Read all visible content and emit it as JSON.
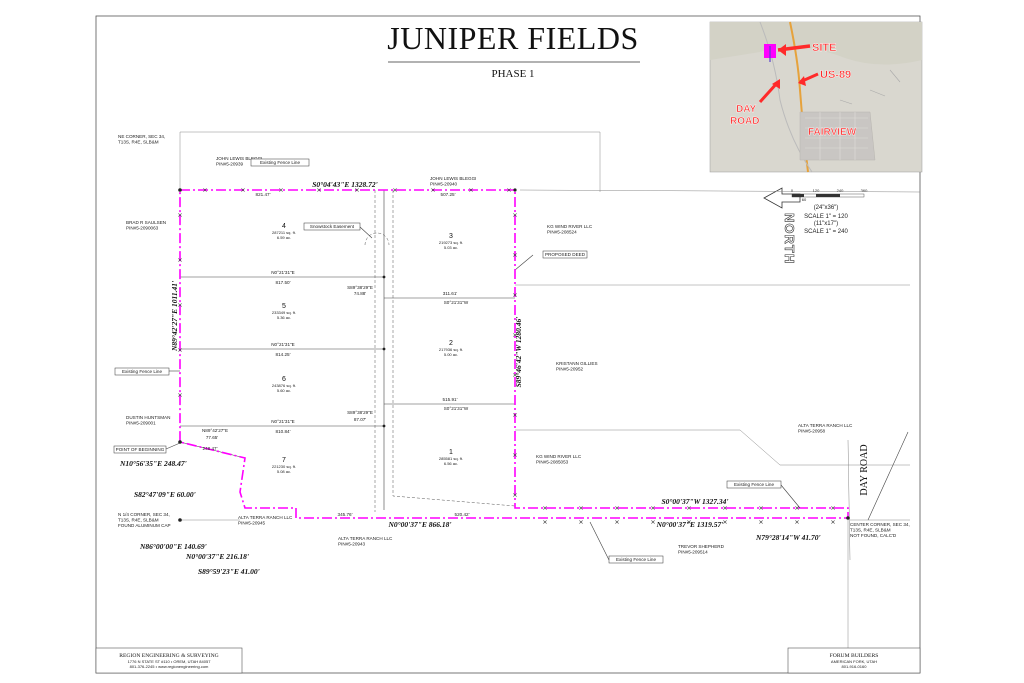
{
  "title": "JUNIPER FIELDS",
  "subtitle": "PHASE 1",
  "map": {
    "labels": {
      "site": "SITE",
      "us89": "US-89",
      "day_road": "DAY\nROAD",
      "fairview": "FAIRVIEW"
    },
    "colors": {
      "arrow": "#ff2a2a",
      "site_fill": "#ff00ff",
      "bg": "#d9d7cf"
    }
  },
  "north": {
    "label": "NORTH"
  },
  "scale_bar": {
    "ticks": [
      "0",
      "60",
      "120",
      "240",
      "360"
    ]
  },
  "scale": {
    "sheet1": "(24\"x36\")",
    "scale1": "SCALE 1\" = 120",
    "sheet2": "(11\"x17\")",
    "scale2": "SCALE 1\" = 240"
  },
  "lots": [
    {
      "num": "4",
      "area": "287211 sq. ft.",
      "acres": "6.59 ac."
    },
    {
      "num": "3",
      "area": "219273 sq. ft.",
      "acres": "5.03 ac."
    },
    {
      "num": "5",
      "area": "233349 sq. ft.",
      "acres": "5.36 ac."
    },
    {
      "num": "2",
      "area": "217936 sq. ft.",
      "acres": "5.00 ac."
    },
    {
      "num": "6",
      "area": "243876 sq. ft.",
      "acres": "5.60 ac."
    },
    {
      "num": "1",
      "area": "285581 sq. ft.",
      "acres": "6.56 ac."
    },
    {
      "num": "7",
      "area": "221230 sq. ft.",
      "acres": "5.08 ac."
    }
  ],
  "bearings": {
    "north_line": "S0°04'43\"E 1328.72'",
    "west_line": "N89°42'27\"E 1011.41'",
    "east_line": "S89°46'42\"W 1280.46'",
    "south_line": "S0°00'37\"W 1327.34'",
    "bottom_line": "N0°00'37\"E 866.18'",
    "bottom_line_2": "N0°00'37\"E 1319.57'",
    "c1": "N10°56'35\"E 248.47'",
    "c2": "S82°47'09\"E 60.00'",
    "c3": "N86°00'00\"E 140.69'",
    "c4": "N0°00'37\"E 216.18'",
    "c5": "S89°59'23\"E 41.00'",
    "c6": "N79°28'14\"W 41.70'"
  },
  "inner_lines": {
    "l1": "N0°21'31\"E",
    "l1d": "817.50'",
    "l2": "N0°21'31\"E",
    "l2d": "814.25'",
    "l3": "N0°21'31\"E",
    "l3d": "810.84'",
    "l4": "N89°42'27\"E",
    "l4d": "77.65'",
    "r1": "S89°38'29\"E",
    "r1d": "74.88'",
    "r2": "311.61'",
    "r2b": "S0°21'31\"W",
    "r3": "S89°38'29\"E",
    "r3d": "87.07'",
    "r4": "515.91'",
    "r4b": "S0°21'31\"W",
    "d_top": "821.47'",
    "d_top2": "507.25'",
    "d_bot": "345.76'",
    "d_bot2": "520.42'",
    "pob_d": "248.47'"
  },
  "owners": {
    "ne_corner": "NE CORNER, SEC 34,\nT13S, R4E, SLB&M",
    "lewis1": "JOHN LEWIS BLEGGI\nPIN#5-20939",
    "lewis2": "JOHN LEWIS BLEGGI\nPIN#5-20940",
    "saulsen": "BRAD R SAULSEN\nPIN#5-2090063",
    "kgwind1": "KG WIND RIVER LLC\nPIN#5-208524",
    "kgwind2": "KG WIND RIVER LLC\nPIN#5-2085053",
    "gillies": "KRISTANN GILLIES\nPIN#5-20952",
    "huntsman": "DUSTIN HUNTSMAN\nPIN#5-209001",
    "alta1": "ALTA TERRA RANCH LLC\nPIN#5-20958",
    "alta2": "ALTA TERRA RANCH LLC\nPIN#5-20945",
    "alta3": "ALTA TERRA RANCH LLC\nPIN#5-20943",
    "shepherd": "TREVOR SHEPHERD\nPIN#5-209514",
    "n_corner": "N 1/4 CORNER, SEC 34,\nT13S, R4E, SLB&M\nFOUND ALUMINUM CAP",
    "center_corner": "CENTER CORNER, SEC 34,\nT13S, R4E, SLB&M\nNOT FOUND, CALC'D"
  },
  "callouts": {
    "fence1": "Existing Fence Line",
    "fence2": "Existing Fence Line",
    "fence3": "Existing Fence Line",
    "fence4": "Existing Fence Line",
    "snow": "Snowstock Easement",
    "deed": "PROPOSED DEED",
    "pob": "POINT OF BEGINNING",
    "day_road": "DAY ROAD"
  },
  "title_block": {
    "left_name": "REGION ENGINEERING & SURVEYING",
    "left_sub": "1776 N STATE ST #110 • OREM, UTAH 84057\n801-376-2245 • www.regionengineering.com",
    "right_name": "FORUM BUILDERS",
    "right_sub": "AMERICAN FORK, UTAH\n801-916-0160"
  }
}
